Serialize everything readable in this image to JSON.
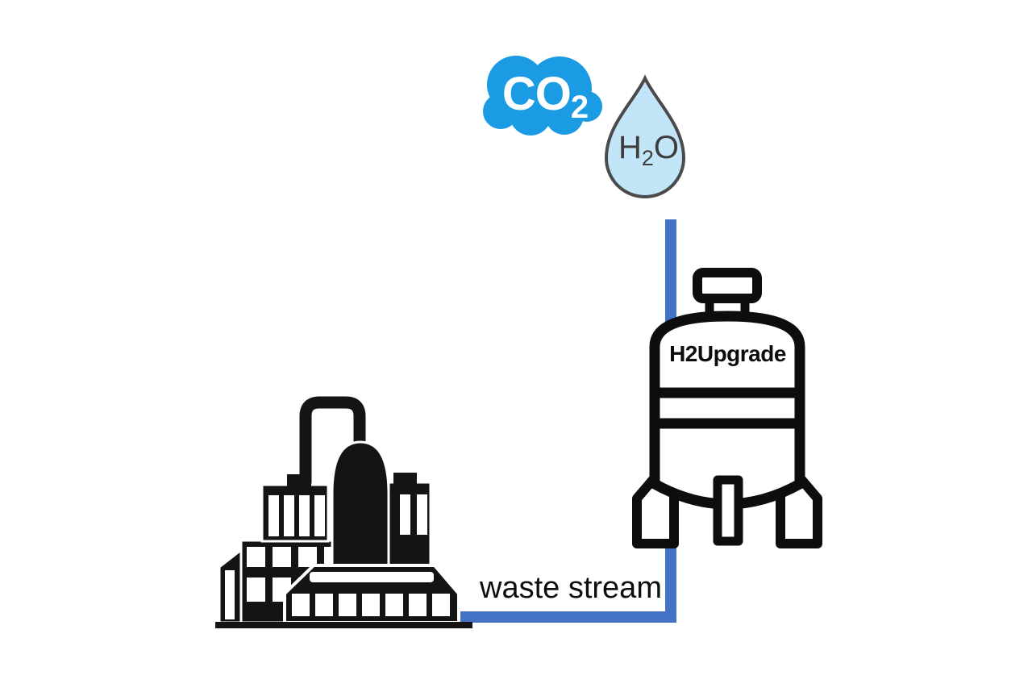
{
  "diagram": {
    "background": "#ffffff",
    "co2_cloud": {
      "formula_main": "CO",
      "formula_sub": "2",
      "fill": "#1a9be4",
      "text_color": "#ffffff"
    },
    "water_drop": {
      "formula_main": "H",
      "formula_sub": "2",
      "formula_end": "O",
      "fill": "#c3e5f8",
      "stroke": "#4a4a4a",
      "text_color": "#3d3d3d"
    },
    "reactor": {
      "label": "H2Upgrade",
      "stroke": "#0d0d0d",
      "fill": "#ffffff"
    },
    "factory": {
      "fill": "#141414"
    },
    "stream": {
      "label": "waste stream",
      "line_color": "#4472c4",
      "label_color": "#0d0d0d"
    }
  }
}
